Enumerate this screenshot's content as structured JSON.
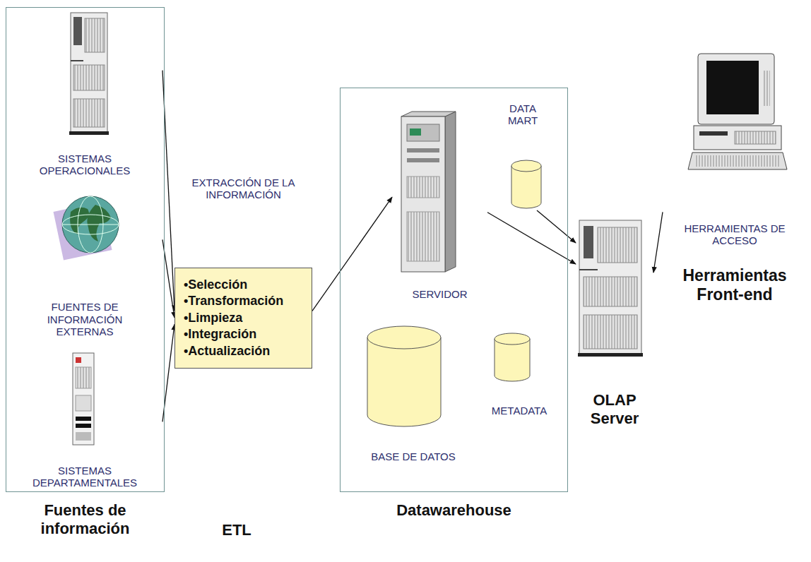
{
  "diagram": {
    "nodes": [
      {
        "text": [
          "Fuentes de información"
        ]
      },
      {
        "text": [
          "SISTEMAS OPERACIONALES"
        ],
        "in": 0
      },
      {
        "text": [
          "FUENTES DE INFORMACIÓN EXTERNAS"
        ],
        "in": 0
      },
      {
        "text": [
          "SISTEMAS DEPARTAMENTALES"
        ],
        "in": 0
      },
      {
        "text": [
          "EXTRACCIÓN DE LA INFORMACIÓN",
          "•Selección",
          "•Transformación",
          "•Limpieza",
          "•Integración",
          "•Actualización"
        ]
      },
      {
        "text": [
          "Datawarehouse"
        ]
      },
      {
        "text": [
          "SERVIDOR"
        ],
        "in": 5
      },
      {
        "text": [
          "DATA MART"
        ],
        "in": 5
      },
      {
        "text": [
          "BASE DE DATOS"
        ],
        "in": 5
      },
      {
        "text": [
          "METADATA"
        ],
        "in": 5
      },
      {
        "text": [
          "OLAP Server"
        ]
      },
      {
        "text": [
          "HERRAMIENTAS DE ACCESO",
          "Herramientas Front-end"
        ]
      }
    ],
    "edges": [
      {
        "from": 1,
        "to": 4,
        "arrow": "to"
      },
      {
        "from": 2,
        "to": 4,
        "arrow": "to"
      },
      {
        "from": 3,
        "to": 4,
        "arrow": "to"
      },
      {
        "from": 4,
        "to": 6,
        "arrow": "to"
      },
      {
        "from": 6,
        "to": 10,
        "arrow": "to"
      },
      {
        "from": 7,
        "to": 10,
        "arrow": "to"
      },
      {
        "from": 11,
        "to": 10,
        "arrow": "to"
      }
    ],
    "labels": [
      "ETL"
    ]
  }
}
